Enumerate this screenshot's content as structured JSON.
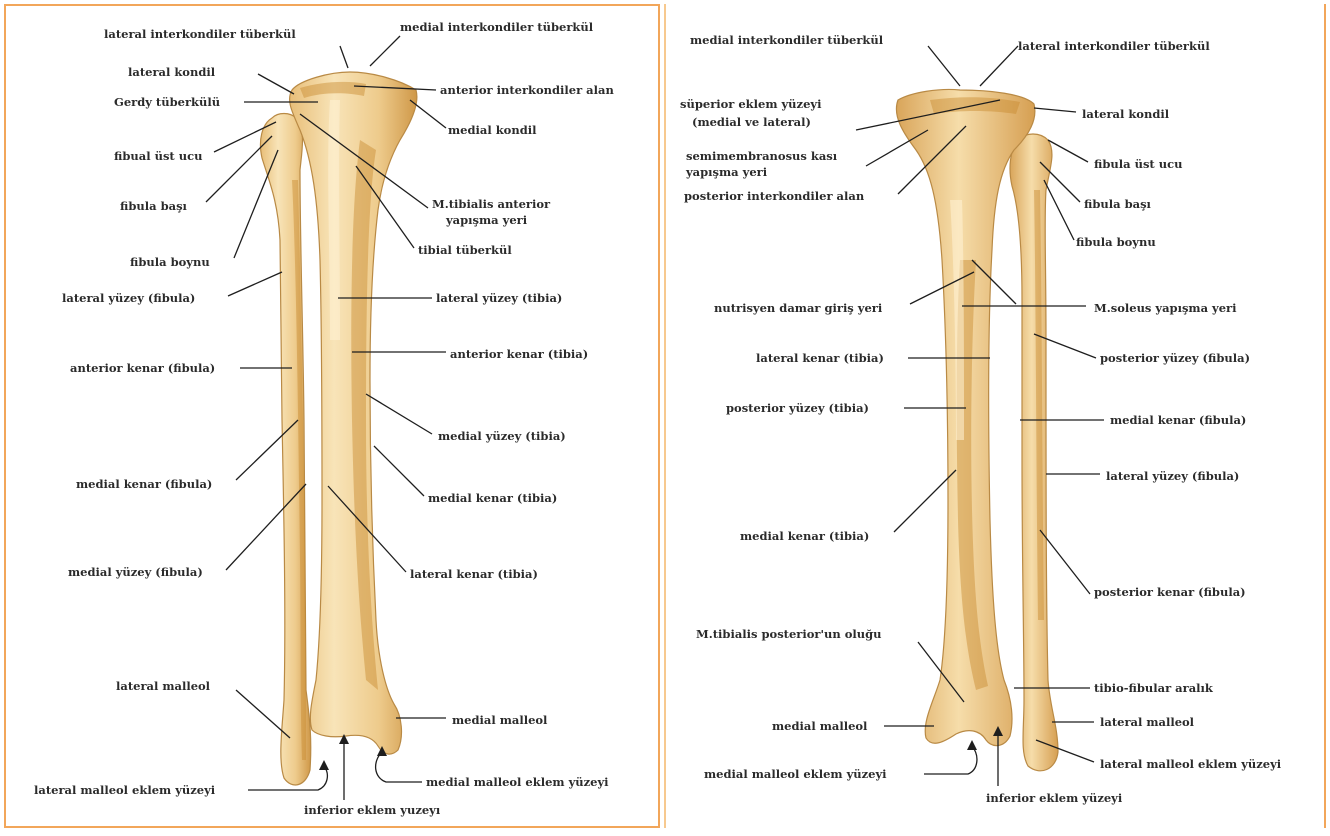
{
  "colors": {
    "frame": "#f2a65a",
    "bone": "#f1d6a0",
    "bone_dark": "#c98a32",
    "text": "#2b2b2b"
  },
  "anterior_view": {
    "labels": {
      "lateral_interkondiler_tuberkul": "lateral interkondiler tüberkül",
      "medial_interkondiler_tuberkul": "medial interkondiler tüberkül",
      "lateral_kondil": "lateral kondil",
      "gerdy_tuberkulu": "Gerdy tüberkülü",
      "anterior_interkondiler_alan": "anterior interkondiler alan",
      "medial_kondil": "medial kondil",
      "fibual_ust_ucu": "fibual üst ucu",
      "fibula_basi": "fibula başı",
      "m_tibialis_anterior_1": "M.tibialis anterior",
      "m_tibialis_anterior_2": "yapışma yeri",
      "tibial_tuberkul": "tibial tüberkül",
      "fibula_boynu": "fibula boynu",
      "lateral_yuzey_fibula": "lateral yüzey (fibula)",
      "lateral_yuzey_tibia": "lateral yüzey (tibia)",
      "anterior_kenar_fibula": "anterior kenar (fibula)",
      "anterior_kenar_tibia": "anterior kenar (tibia)",
      "medial_yuzey_tibia": "medial yüzey (tibia)",
      "medial_kenar_fibula": "medial kenar (fibula)",
      "medial_kenar_tibia": "medial kenar (tibia)",
      "medial_yuzey_fibula": "medial yüzey (fibula)",
      "lateral_kenar_tibia": "lateral kenar (tibia)",
      "lateral_malleol": "lateral malleol",
      "medial_malleol": "medial malleol",
      "lateral_malleol_eklem_yuzeyi": "lateral malleol eklem yüzeyi",
      "medial_malleol_eklem_yuzeyi": "medial malleol eklem yüzeyi",
      "inferior_eklem_yuzeyi": "inferior eklem yuzeyı"
    }
  },
  "posterior_view": {
    "labels": {
      "medial_interkondiler_tuberkul": "medial interkondiler tüberkül",
      "lateral_interkondiler_tuberkul": "lateral interkondiler tüberkül",
      "superior_eklem_1": "süperior eklem yüzeyi",
      "superior_eklem_2": "(medial ve lateral)",
      "lateral_kondil": "lateral kondil",
      "semimembranosus_1": "semimembranosus kası",
      "semimembranosus_2": "yapışma yeri",
      "fibula_ust_ucu": "fibula üst ucu",
      "posterior_interkondiler_alan": "posterior interkondiler alan",
      "fibula_basi": "fibula başı",
      "fibula_boynu": "fibula boynu",
      "nutrisyen_damar": "nutrisyen damar giriş yeri",
      "m_soleus": "M.soleus yapışma yeri",
      "lateral_kenar_tibia": "lateral kenar (tibia)",
      "posterior_yuzey_fibula": "posterior yüzey (fibula)",
      "posterior_yuzey_tibia": "posterior yüzey (tibia)",
      "medial_kenar_fibula": "medial kenar (fibula)",
      "lateral_yuzey_fibula": "lateral yüzey (fibula)",
      "medial_kenar_tibia": "medial kenar (tibia)",
      "posterior_kenar_fibula": "posterior kenar (fibula)",
      "m_tibialis_posterior": "M.tibialis posterior'un oluğu",
      "tibio_fibular_aralik": "tibio-fibular aralık",
      "medial_malleol": "medial malleol",
      "lateral_malleol": "lateral malleol",
      "medial_malleol_eklem_yuzeyi": "medial malleol eklem yüzeyi",
      "lateral_malleol_eklem_yuzeyi": "lateral malleol eklem yüzeyi",
      "inferior_eklem_yuzeyi": "inferior eklem yüzeyi"
    }
  }
}
